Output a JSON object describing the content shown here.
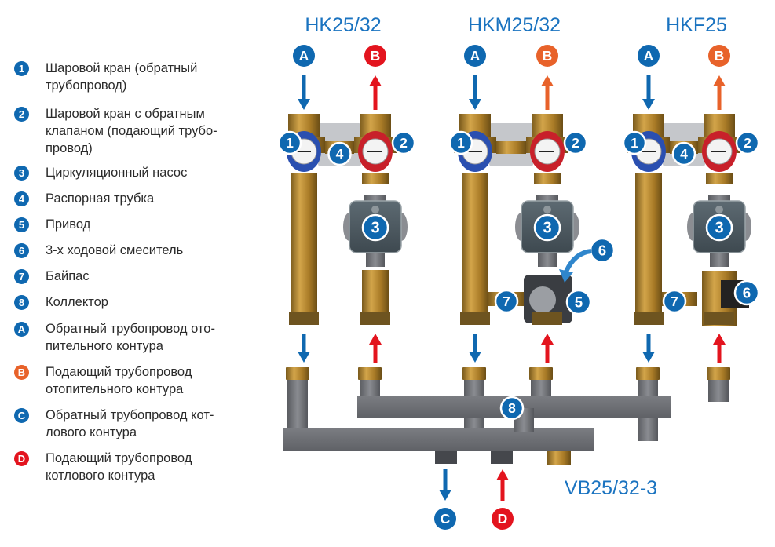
{
  "colors": {
    "blue": "#0f68b0",
    "red": "#e3141e",
    "orange": "#e8622a",
    "title_blue": "#1a73c0",
    "brass": "#b0842e",
    "steel": "#6b6d72"
  },
  "legend": [
    {
      "id": "1",
      "color": "blue",
      "text": "Шаровой кран (обратный трубопровод)",
      "lines": [
        "Шаровой кран (обратный",
        "трубопровод)"
      ]
    },
    {
      "id": "2",
      "color": "blue",
      "text": "Шаровой кран с обратным клапаном (подающий трубопровод)",
      "lines": [
        "Шаровой кран с обратным",
        "клапаном (подающий трубо-",
        "провод)"
      ]
    },
    {
      "id": "3",
      "color": "blue",
      "text": "Циркуляционный насос",
      "lines": [
        "Циркуляционный насос"
      ]
    },
    {
      "id": "4",
      "color": "blue",
      "text": "Распорная трубка",
      "lines": [
        "Распорная трубка"
      ]
    },
    {
      "id": "5",
      "color": "blue",
      "text": "Привод",
      "lines": [
        "Привод"
      ]
    },
    {
      "id": "6",
      "color": "blue",
      "text": "3-х ходовой смеситель",
      "lines": [
        "3-х ходовой смеситель"
      ]
    },
    {
      "id": "7",
      "color": "blue",
      "text": "Байпас",
      "lines": [
        "Байпас"
      ]
    },
    {
      "id": "8",
      "color": "blue",
      "text": "Коллектор",
      "lines": [
        "Коллектор"
      ]
    },
    {
      "id": "A",
      "color": "blue",
      "text": "Обратный трубопровод отопительного контура",
      "lines": [
        "Обратный трубопровод ото-",
        "пительного контура"
      ]
    },
    {
      "id": "B",
      "color": "orange",
      "text": "Подающий трубопровод отопительного контура",
      "lines": [
        "Подающий трубопровод",
        "отопительного контура"
      ]
    },
    {
      "id": "C",
      "color": "blue",
      "text": "Обратный трубопровод котлового контура",
      "lines": [
        "Обратный трубопровод кот-",
        "лового контура"
      ]
    },
    {
      "id": "D",
      "color": "red",
      "text": "Подающий трубопровод котлового контура",
      "lines": [
        "Подающий трубопровод",
        "котлового контура"
      ]
    }
  ],
  "modules": [
    {
      "title": "HK25/32",
      "return_label": "A",
      "supply_label": "B",
      "supply_color": "red"
    },
    {
      "title": "HKM25/32",
      "return_label": "A",
      "supply_label": "B",
      "supply_color": "orange"
    },
    {
      "title": "HKF25",
      "return_label": "A",
      "supply_label": "B",
      "supply_color": "orange"
    }
  ],
  "collector": {
    "title": "VB25/32-3",
    "label": "8",
    "outlets": [
      {
        "label": "C",
        "direction": "down",
        "color": "blue"
      },
      {
        "label": "D",
        "direction": "up",
        "color": "red"
      }
    ]
  },
  "markers": {
    "m1": "1",
    "m2": "2",
    "m3": "3",
    "m4": "4",
    "m5": "5",
    "m6": "6",
    "m7": "7",
    "m8": "8"
  }
}
